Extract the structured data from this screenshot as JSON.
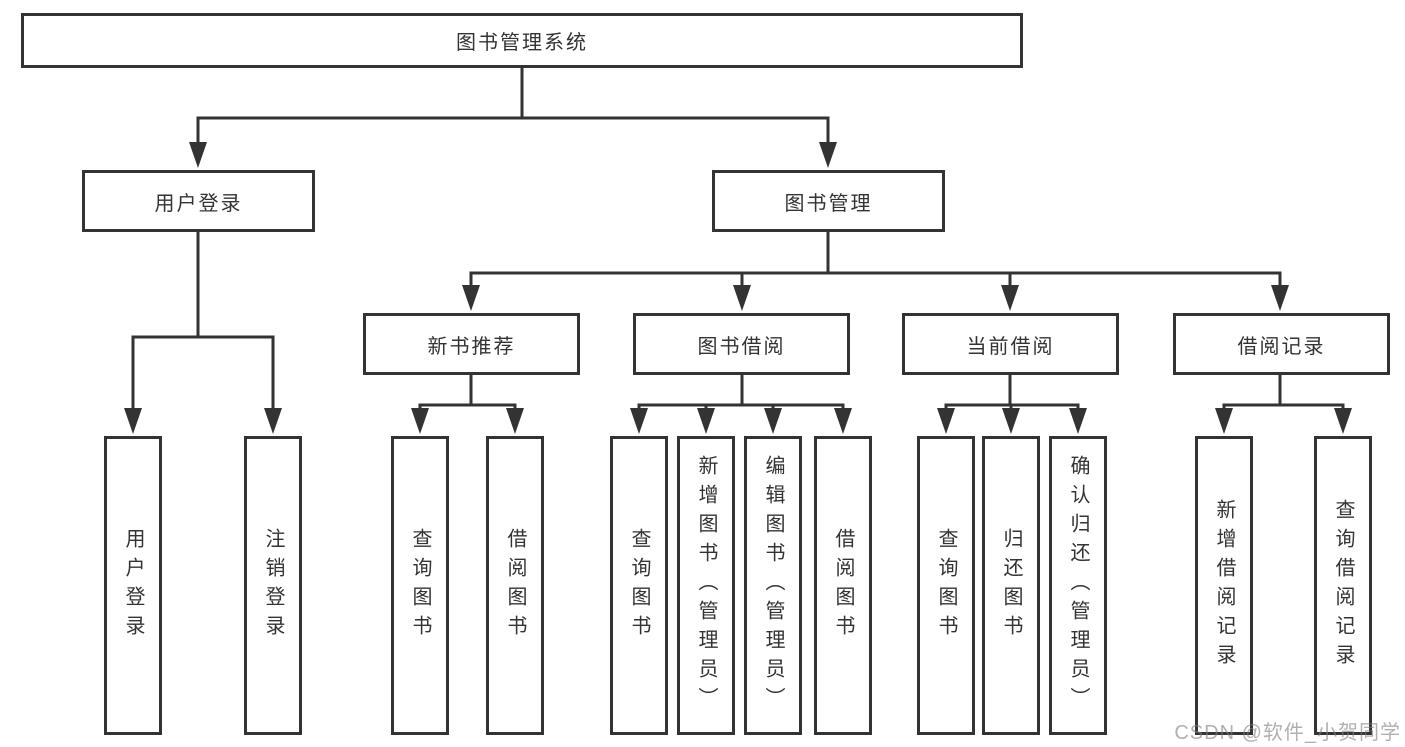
{
  "diagram": {
    "root_label": "图书管理系统",
    "branches": [
      {
        "label": "用户登录",
        "children": [
          {
            "label": "用户登录"
          },
          {
            "label": "注销登录"
          }
        ]
      },
      {
        "label": "图书管理",
        "groups": [
          {
            "label": "新书推荐",
            "children": [
              {
                "label": "查询图书"
              },
              {
                "label": "借阅图书"
              }
            ]
          },
          {
            "label": "图书借阅",
            "children": [
              {
                "label": "查询图书"
              },
              {
                "label": "新增图书（管理员）"
              },
              {
                "label": "编辑图书（管理员）"
              },
              {
                "label": "借阅图书"
              }
            ]
          },
          {
            "label": "当前借阅",
            "children": [
              {
                "label": "查询图书"
              },
              {
                "label": "归还图书"
              },
              {
                "label": "确认归还（管理员）"
              }
            ]
          },
          {
            "label": "借阅记录",
            "children": [
              {
                "label": "新增借阅记录"
              },
              {
                "label": "查询借阅记录"
              }
            ]
          }
        ]
      }
    ]
  },
  "watermark": {
    "text": "CSDN @软件_小贺同学"
  },
  "colors": {
    "line": "#333333",
    "box_border": "#333333",
    "text": "#333333",
    "watermark": "#808080",
    "background": "#ffffff"
  }
}
